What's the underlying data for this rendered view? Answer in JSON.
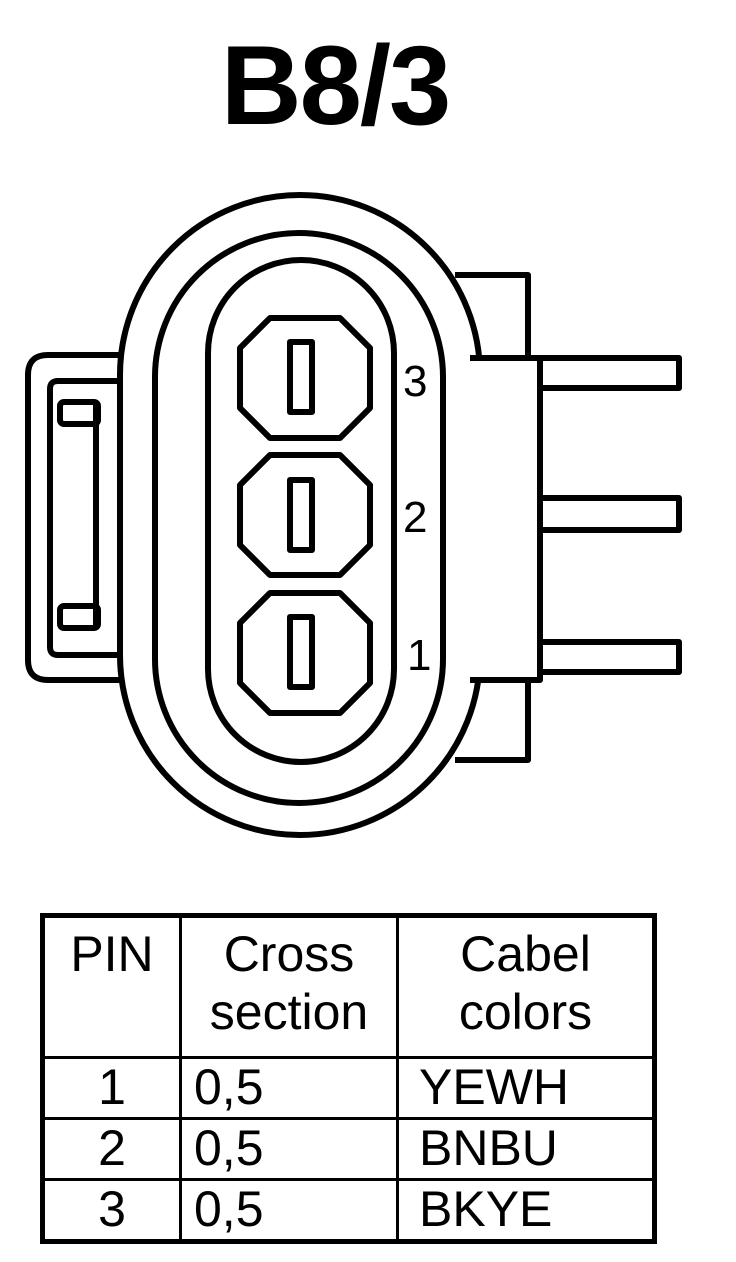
{
  "title": "B8/3",
  "connector": {
    "pin_labels": [
      "3",
      "2",
      "1"
    ]
  },
  "table": {
    "headers": {
      "pin": "PIN",
      "cross_line1": "Cross",
      "cross_line2": "section",
      "colors_line1": "Cabel",
      "colors_line2": "colors"
    },
    "rows": [
      {
        "pin": "1",
        "cross": "0,5",
        "color": "YEWH"
      },
      {
        "pin": "2",
        "cross": "0,5",
        "color": "BNBU"
      },
      {
        "pin": "3",
        "cross": "0,5",
        "color": "BKYE"
      }
    ]
  }
}
